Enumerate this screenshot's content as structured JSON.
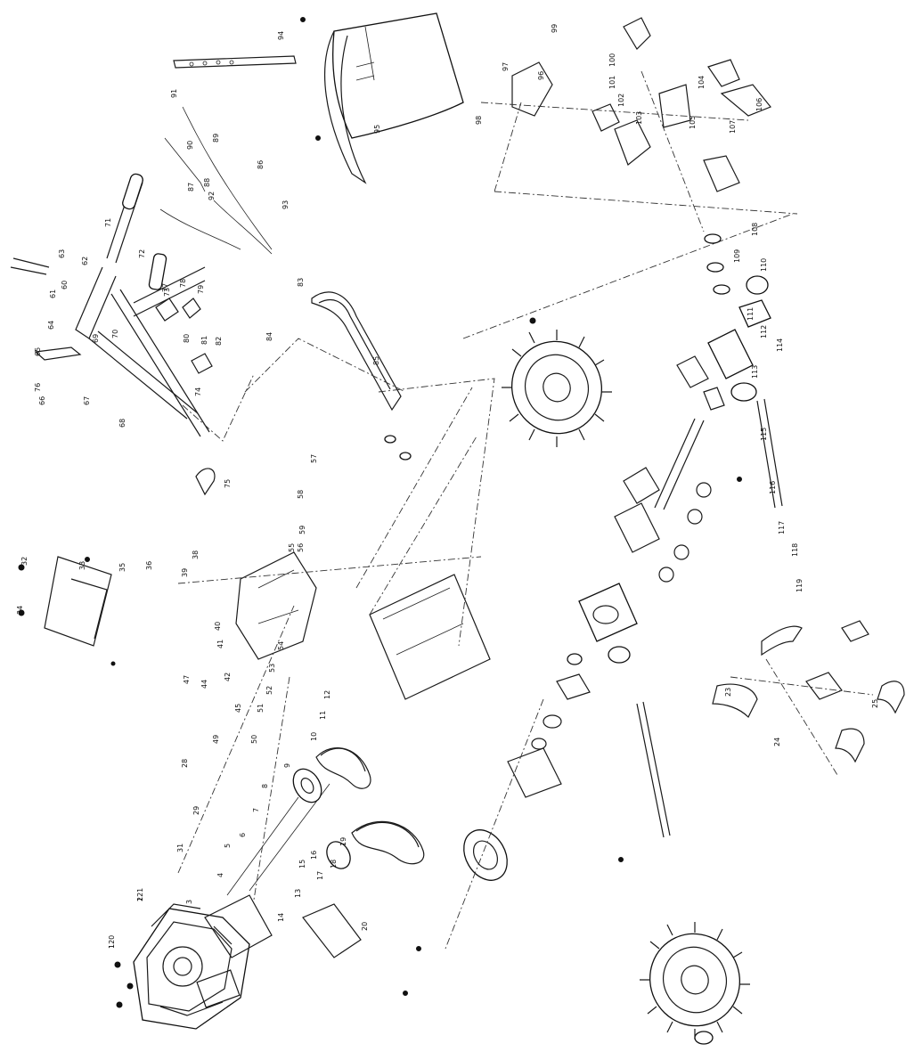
{
  "diagram": {
    "orientation": "rotated-90",
    "part_labels": [
      "1",
      "2",
      "3",
      "4",
      "5",
      "6",
      "7",
      "8",
      "9",
      "10",
      "11",
      "12",
      "13",
      "14",
      "15",
      "16",
      "17",
      "18",
      "19",
      "20",
      "23",
      "24",
      "25",
      "28",
      "29",
      "31",
      "32",
      "33",
      "34",
      "35",
      "36",
      "38",
      "39",
      "40",
      "41",
      "42",
      "44",
      "45",
      "47",
      "49",
      "50",
      "51",
      "52",
      "53",
      "54",
      "55",
      "56",
      "57",
      "58",
      "59",
      "60",
      "61",
      "62",
      "63",
      "64",
      "65",
      "66",
      "67",
      "68",
      "69",
      "70",
      "71",
      "72",
      "73",
      "74",
      "75",
      "76",
      "77",
      "78",
      "79",
      "80",
      "81",
      "82",
      "83",
      "84",
      "85",
      "86",
      "87",
      "88",
      "89",
      "90",
      "91",
      "92",
      "93",
      "94",
      "95",
      "96",
      "97",
      "98",
      "99",
      "100",
      "101",
      "102",
      "103",
      "104",
      "105",
      "106",
      "107",
      "108",
      "109",
      "110",
      "111",
      "112",
      "113",
      "114",
      "115",
      "116",
      "117",
      "118",
      "119",
      "120",
      "121"
    ]
  }
}
